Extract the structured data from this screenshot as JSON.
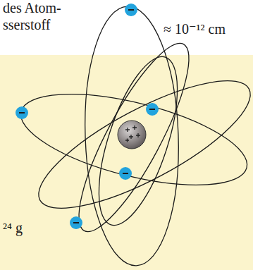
{
  "diagram": {
    "labels": [
      "des Atom-",
      "sserstoff",
      "≈ 10⁻¹² cm",
      "²⁴ g"
    ]
  }
}
